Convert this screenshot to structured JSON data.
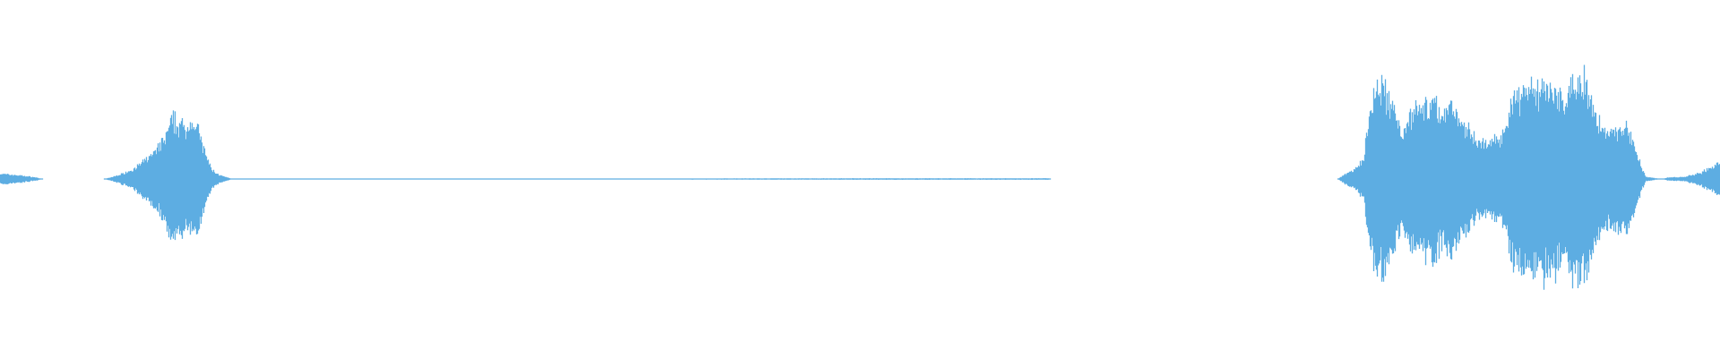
{
  "waveform": {
    "color": "#5dade2",
    "background": "#ffffff",
    "envelope": [
      [
        0.0,
        0.045
      ],
      [
        0.012,
        0.03
      ],
      [
        0.02,
        0.015
      ],
      [
        0.025,
        0.0
      ],
      [
        0.06,
        0.0
      ],
      [
        0.064,
        0.012
      ],
      [
        0.07,
        0.04
      ],
      [
        0.078,
        0.09
      ],
      [
        0.086,
        0.18
      ],
      [
        0.092,
        0.27
      ],
      [
        0.096,
        0.36
      ],
      [
        0.098,
        0.44
      ],
      [
        0.101,
        0.5
      ],
      [
        0.104,
        0.48
      ],
      [
        0.107,
        0.43
      ],
      [
        0.11,
        0.49
      ],
      [
        0.113,
        0.47
      ],
      [
        0.116,
        0.38
      ],
      [
        0.119,
        0.22
      ],
      [
        0.123,
        0.08
      ],
      [
        0.128,
        0.03
      ],
      [
        0.135,
        0.0
      ],
      [
        0.509,
        0.006
      ],
      [
        0.61,
        0.006
      ],
      [
        0.611,
        0.0
      ],
      [
        0.778,
        0.0
      ],
      [
        0.782,
        0.04
      ],
      [
        0.788,
        0.08
      ],
      [
        0.793,
        0.17
      ],
      [
        0.797,
        0.6
      ],
      [
        0.8,
        0.74
      ],
      [
        0.805,
        0.76
      ],
      [
        0.81,
        0.6
      ],
      [
        0.815,
        0.42
      ],
      [
        0.82,
        0.54
      ],
      [
        0.826,
        0.62
      ],
      [
        0.832,
        0.66
      ],
      [
        0.838,
        0.56
      ],
      [
        0.844,
        0.64
      ],
      [
        0.85,
        0.5
      ],
      [
        0.856,
        0.38
      ],
      [
        0.862,
        0.3
      ],
      [
        0.868,
        0.32
      ],
      [
        0.874,
        0.4
      ],
      [
        0.88,
        0.68
      ],
      [
        0.886,
        0.76
      ],
      [
        0.892,
        0.72
      ],
      [
        0.898,
        0.82
      ],
      [
        0.904,
        0.75
      ],
      [
        0.91,
        0.68
      ],
      [
        0.914,
        0.93
      ],
      [
        0.918,
        0.8
      ],
      [
        0.922,
        0.86
      ],
      [
        0.926,
        0.6
      ],
      [
        0.932,
        0.42
      ],
      [
        0.938,
        0.4
      ],
      [
        0.944,
        0.45
      ],
      [
        0.95,
        0.32
      ],
      [
        0.954,
        0.12
      ],
      [
        0.957,
        0.02
      ],
      [
        0.966,
        0.0
      ],
      [
        0.97,
        0.012
      ],
      [
        0.98,
        0.018
      ],
      [
        0.99,
        0.06
      ],
      [
        1.0,
        0.14
      ]
    ]
  }
}
